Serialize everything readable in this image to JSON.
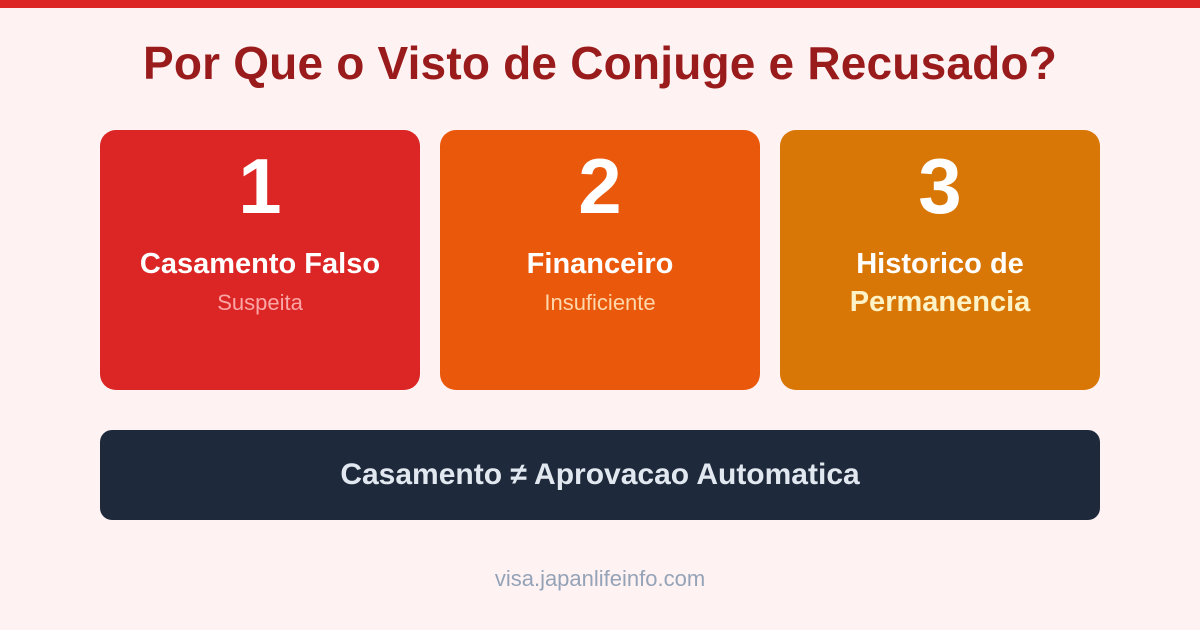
{
  "colors": {
    "background": "#FEF2F2",
    "accent_bar": "#DC2626",
    "title": "#991B1B",
    "banner_bg": "#1E293B",
    "banner_text": "#E2E8F0",
    "footer_text": "#94A3B8"
  },
  "header": {
    "title": "Por Que o Visto de Conjuge e Recusado?"
  },
  "cards": [
    {
      "number": "1",
      "label": "Casamento Falso",
      "subtitle": "Suspeita",
      "bg_color": "#DC2626",
      "subtitle_color": "#FCA5A5"
    },
    {
      "number": "2",
      "label": "Financeiro",
      "subtitle": "Insuficiente",
      "bg_color": "#EA580C",
      "subtitle_color": "#FED7AA"
    },
    {
      "number": "3",
      "label": "Historico de",
      "subtitle": "Permanencia",
      "bg_color": "#D97706",
      "subtitle_color": "#FEF3C7"
    }
  ],
  "banner": {
    "text": "Casamento ≠ Aprovacao Automatica"
  },
  "footer": {
    "site": "visa.japanlifeinfo.com"
  }
}
